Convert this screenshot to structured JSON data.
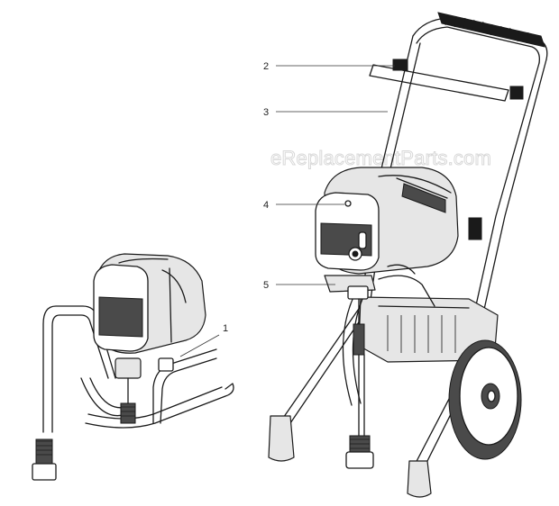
{
  "watermark": "eReplacementParts.com",
  "callouts": [
    {
      "label": "1"
    },
    {
      "label": "2"
    },
    {
      "label": "3"
    },
    {
      "label": "4"
    },
    {
      "label": "5"
    }
  ],
  "colors": {
    "line": "#1a1a1a",
    "watermark": "#d8d8d8",
    "background": "#ffffff"
  }
}
